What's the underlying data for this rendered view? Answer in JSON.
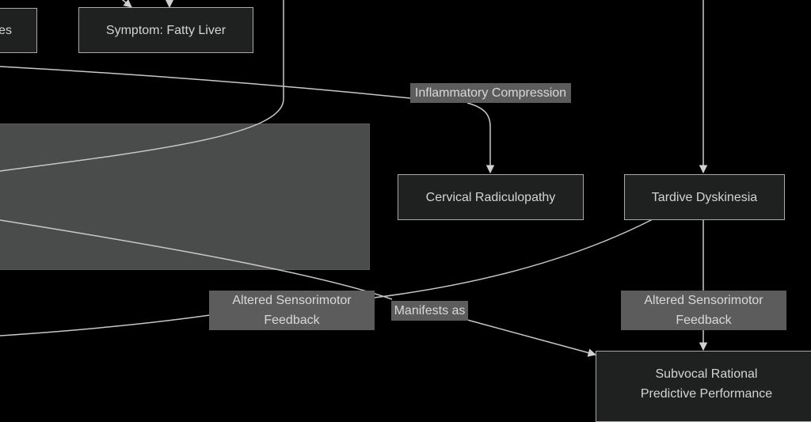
{
  "diagram": {
    "nodes": [
      {
        "id": "partial",
        "label": "es"
      },
      {
        "id": "fatty-liver",
        "label": "Symptom: Fatty Liver"
      },
      {
        "id": "cervical",
        "label": "Cervical Radiculopathy"
      },
      {
        "id": "tardive",
        "label": "Tardive Dyskinesia"
      },
      {
        "id": "subvocal",
        "label": "Subvocal Rational\nPredictive Performance"
      }
    ],
    "edge_labels": [
      {
        "id": "inflammatory",
        "label": "Inflammatory Compression"
      },
      {
        "id": "altered-left",
        "label": "Altered Sensorimotor\nFeedback"
      },
      {
        "id": "manifests",
        "label": "Manifests as"
      },
      {
        "id": "altered-right",
        "label": "Altered Sensorimotor\nFeedback"
      }
    ],
    "colors": {
      "background": "#000000",
      "node_fill": "#1f2020",
      "node_border": "#a9a9a9",
      "cluster_fill": "#4a4c4c",
      "edge_label_fill": "#5c5c5c",
      "edge_stroke": "#c8c8c8",
      "text": "#d4d4d4"
    }
  }
}
